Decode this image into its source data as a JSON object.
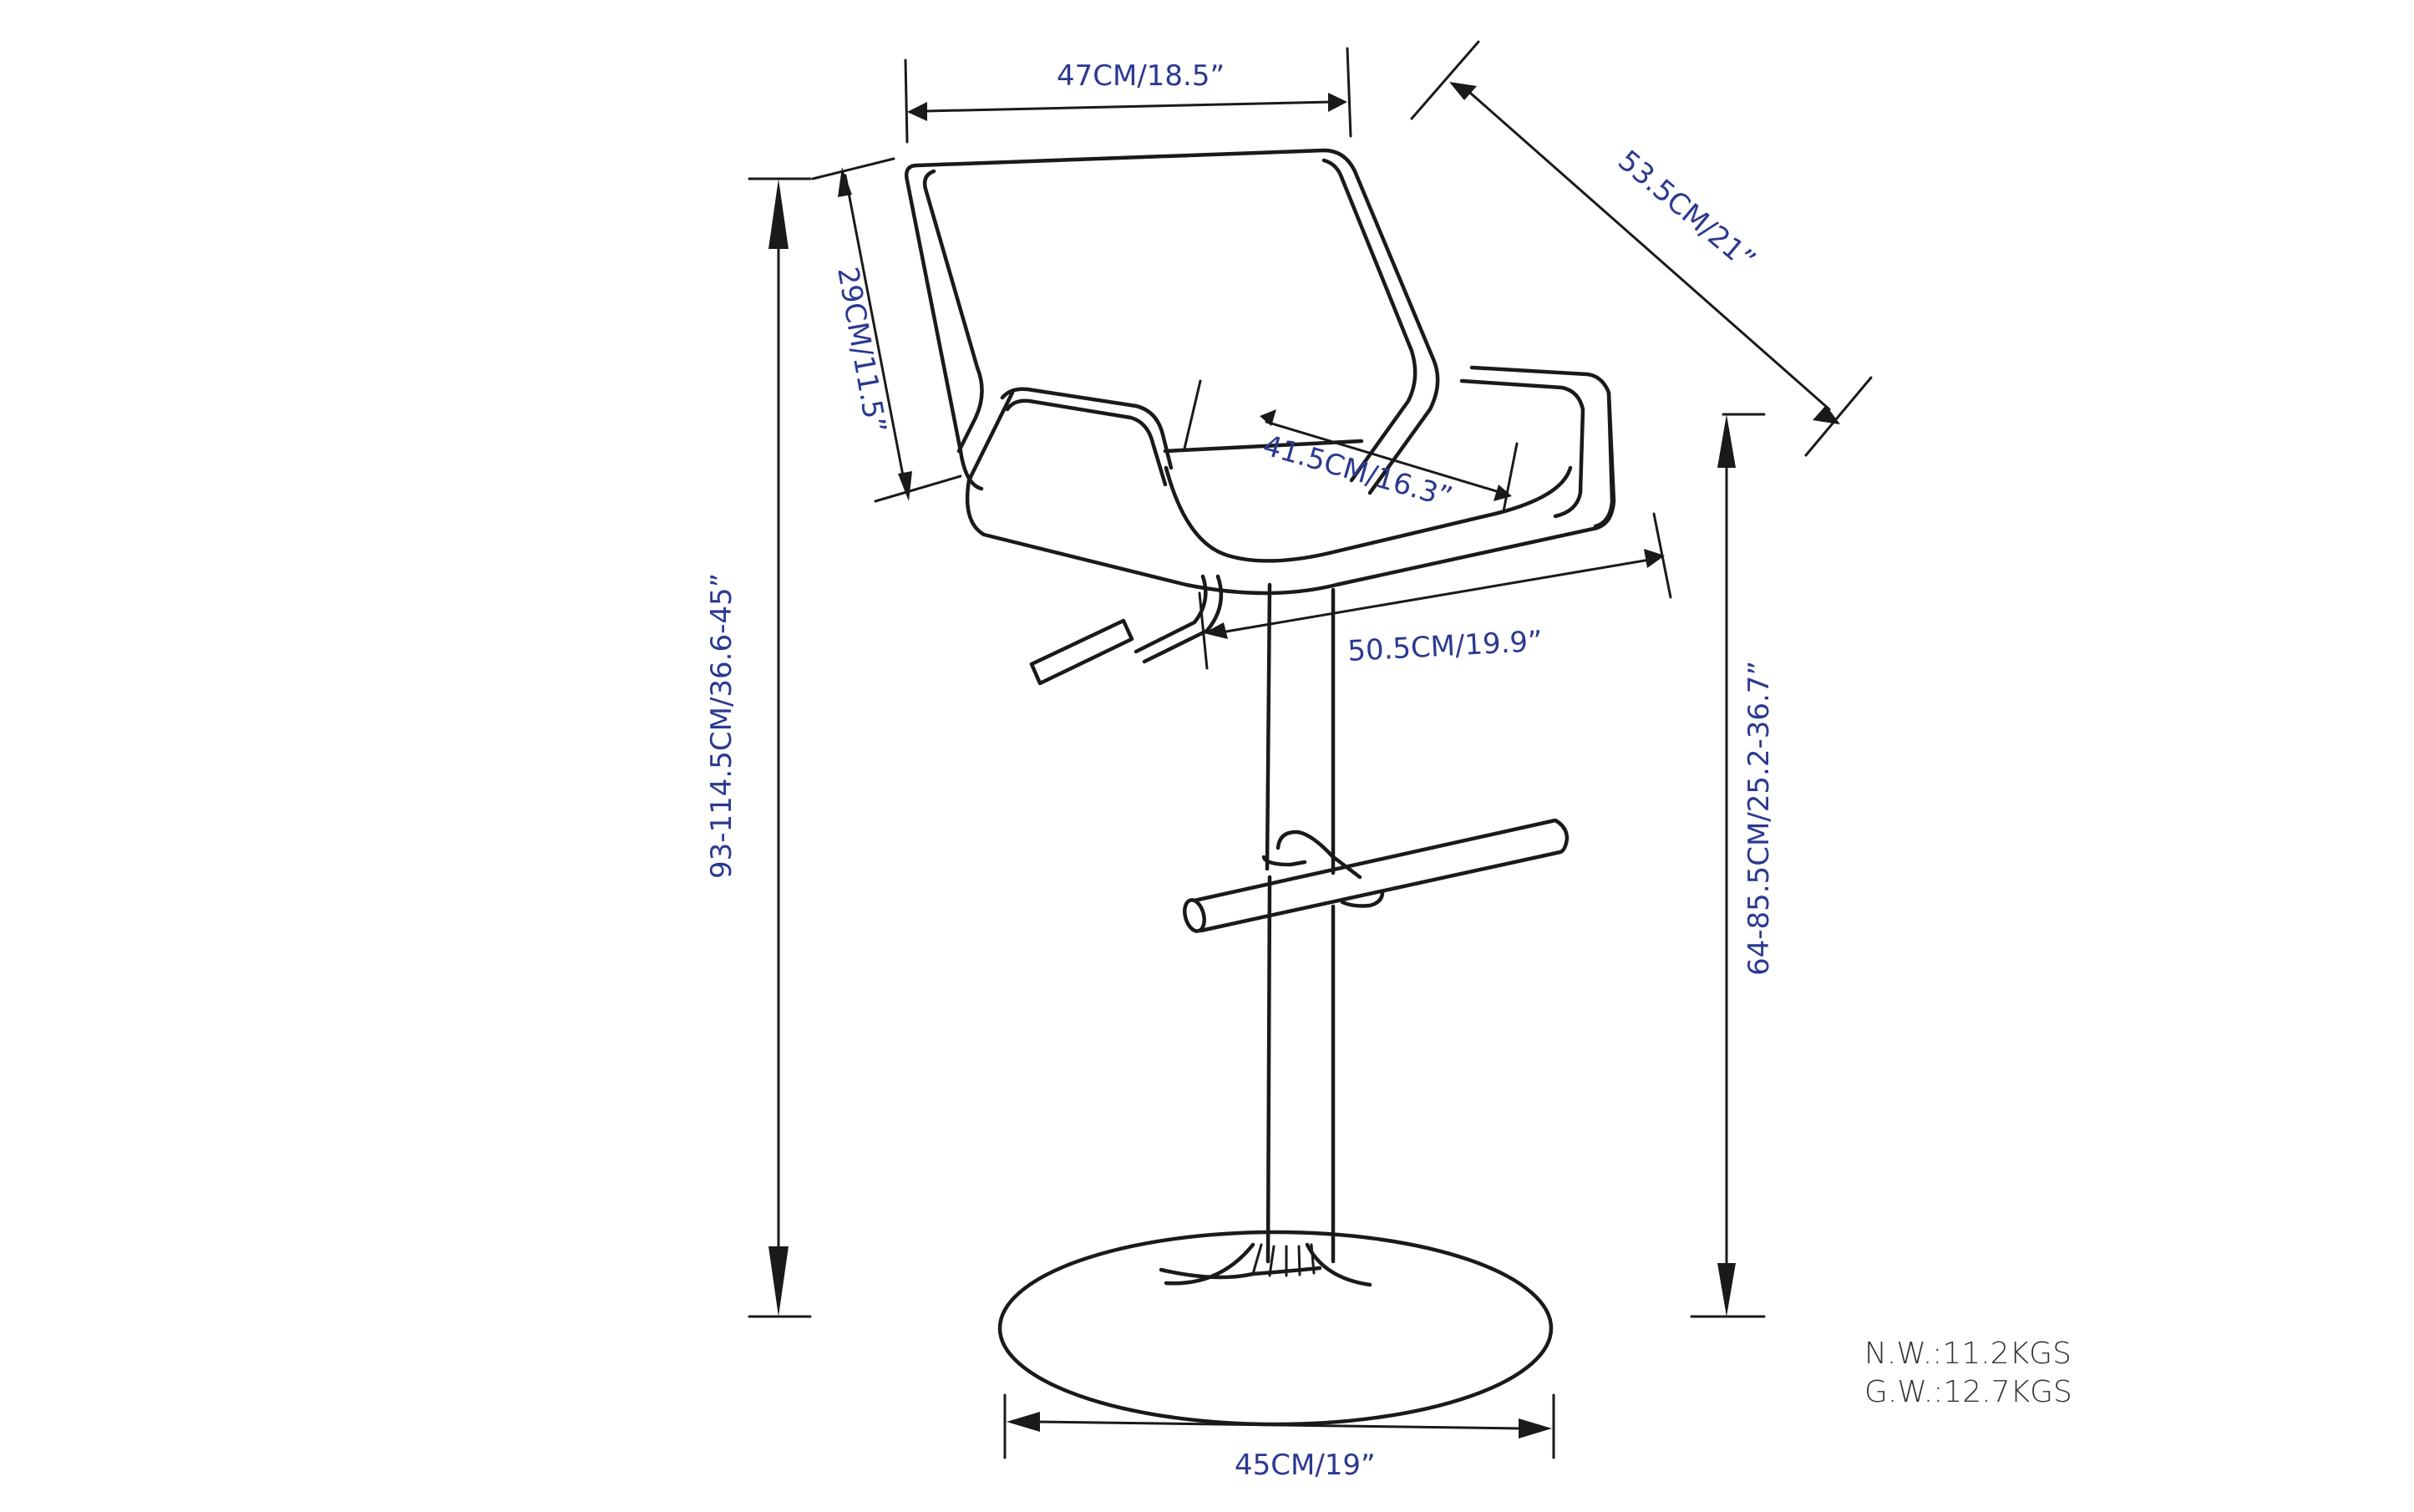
{
  "diagram": {
    "subject": "Adjustable bar stool",
    "label_color": "#2b3990",
    "line_color": "#1a1a1a",
    "dimensions": {
      "back_width": "47CM/18.5”",
      "overall_depth": "53.5CM/21”",
      "back_height": "29CM/11.5”",
      "seat_depth": "41.5CM/16.3”",
      "seat_width": "50.5CM/19.9”",
      "overall_height": "93-114.5CM/36.6-45”",
      "seat_height": "64-85.5CM/25.2-36.7”",
      "base_diameter": "45CM/19”"
    },
    "weights": {
      "net_weight": "N.W.:11.2KGS",
      "gross_weight": "G.W.:12.7KGS"
    }
  }
}
